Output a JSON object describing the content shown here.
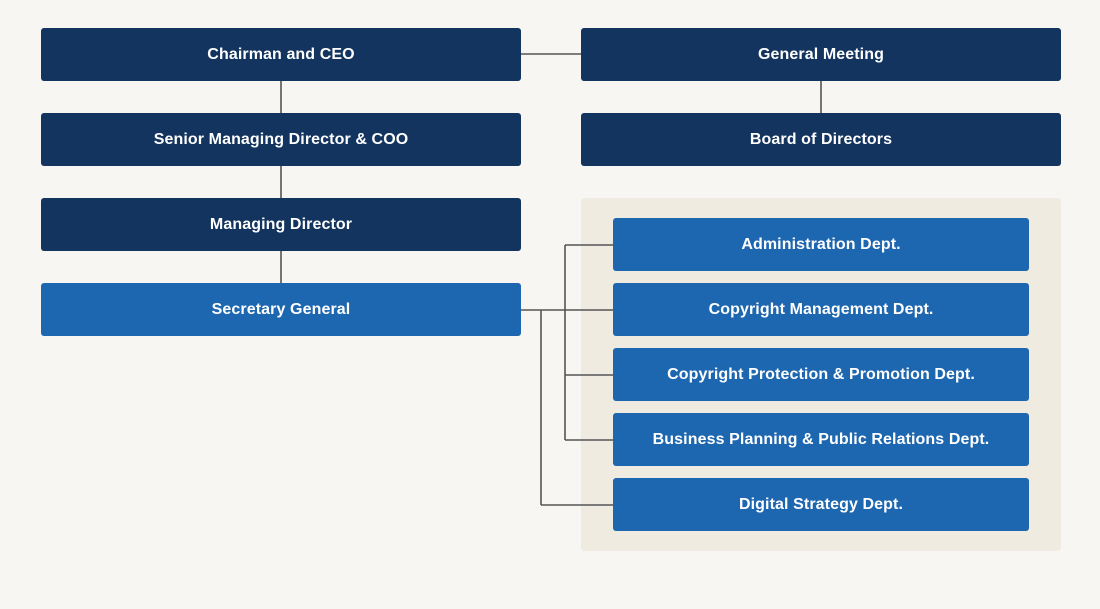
{
  "org_chart": {
    "executive": {
      "chairman": "Chairman and CEO",
      "senior_managing_director": "Senior Managing Director & COO",
      "managing_director": "Managing Director",
      "secretary_general": "Secretary General"
    },
    "governance": {
      "general_meeting": "General Meeting",
      "board": "Board of Directors"
    },
    "departments": [
      "Administration Dept.",
      "Copyright Management Dept.",
      "Copyright Protection & Promotion Dept.",
      "Business Planning & Public Relations Dept.",
      "Digital Strategy Dept."
    ]
  },
  "colors": {
    "background": "#f7f6f3",
    "dark_box": "#12345f",
    "blue_box": "#1d66b0",
    "dept_panel": "#efebe0",
    "connector": "#555555",
    "text": "#ffffff"
  }
}
